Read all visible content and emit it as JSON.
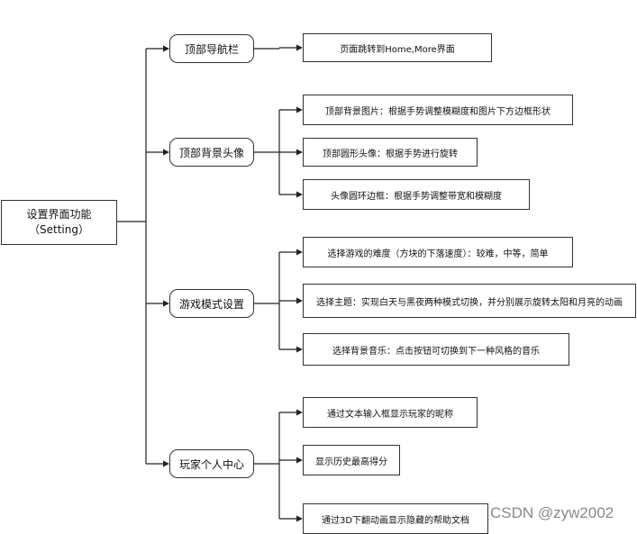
{
  "root": {
    "label": "设置界面功能",
    "sublabel": "（Setting）"
  },
  "categories": [
    {
      "label": "顶部导航栏",
      "children": [
        "页面跳转到Home,More界面"
      ]
    },
    {
      "label": "顶部背景头像",
      "children": [
        "顶部背景图片：根据手势调整模糊度和图片下方边框形状",
        "顶部圆形头像：根据手势进行旋转",
        "头像圆环边框：根据手势调整带宽和模糊度"
      ]
    },
    {
      "label": "游戏模式设置",
      "children": [
        "选择游戏的难度（方块的下落速度）：较难，中等，简单",
        "选择主题：实现白天与黑夜两种模式切换，并分别展示旋转太阳和月亮的动画",
        "选择背景音乐：点击按钮可切换到下一种风格的音乐"
      ]
    },
    {
      "label": "玩家个人中心",
      "children": [
        "通过文本输入框显示玩家的昵称",
        "显示历史最高得分",
        "通过3D下翻动画显示隐藏的帮助文档"
      ]
    }
  ],
  "watermark": "CSDN @zyw2002",
  "line_color": "#222222"
}
